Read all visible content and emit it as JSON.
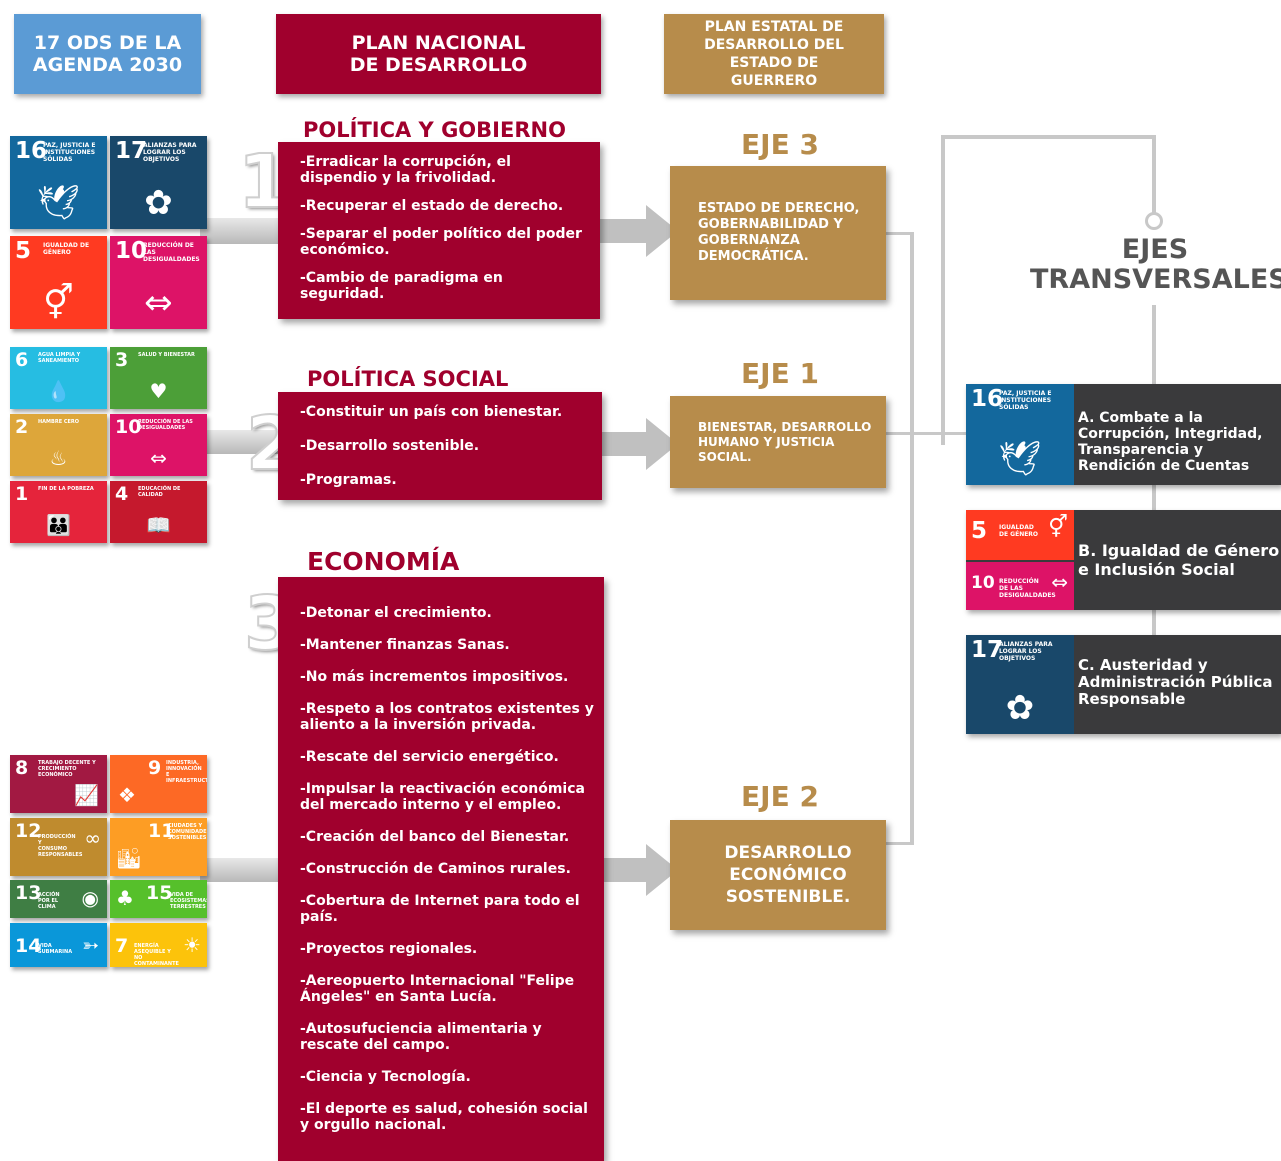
{
  "headers": {
    "ods": "17 ODS DE LA AGENDA 2030",
    "pnd": "PLAN NACIONAL DE DESARROLLO",
    "ped": "PLAN ESTATAL DE DESARROLLO DEL ESTADO DE GUERRERO"
  },
  "sdg_group1": [
    {
      "num": "16",
      "label": "Paz, justicia e instituciones sólidas",
      "icon": "dove-gavel-icon",
      "glyph": "🕊",
      "color": "#13689d"
    },
    {
      "num": "17",
      "label": "Alianzas para lograr los objetivos",
      "icon": "rings-icon",
      "glyph": "✿",
      "color": "#19486a"
    },
    {
      "num": "5",
      "label": "Igualdad de género",
      "icon": "gender-icon",
      "glyph": "⚥",
      "color": "#ff3a21"
    },
    {
      "num": "10",
      "label": "Reducción de las desigualdades",
      "icon": "equality-icon",
      "glyph": "⇔",
      "color": "#dd1367"
    }
  ],
  "sdg_group2": [
    {
      "num": "6",
      "label": "Agua limpia y saneamiento",
      "icon": "water-icon",
      "glyph": "💧",
      "color": "#26bde2"
    },
    {
      "num": "3",
      "label": "Salud y bienestar",
      "icon": "heartbeat-icon",
      "glyph": "♥",
      "color": "#4c9f38"
    },
    {
      "num": "2",
      "label": "Hambre cero",
      "icon": "bowl-icon",
      "glyph": "♨",
      "color": "#dda63a"
    },
    {
      "num": "10",
      "label": "Reducción de las desigualdades",
      "icon": "equality-icon",
      "glyph": "⇔",
      "color": "#dd1367"
    },
    {
      "num": "1",
      "label": "Fin de la pobreza",
      "icon": "family-icon",
      "glyph": "👪",
      "color": "#e5243b"
    },
    {
      "num": "4",
      "label": "Educación de calidad",
      "icon": "book-icon",
      "glyph": "📖",
      "color": "#c5192d"
    }
  ],
  "sdg_group3": [
    {
      "num": "8",
      "label": "Trabajo decente y crecimiento económico",
      "icon": "growth-chart-icon",
      "glyph": "📈",
      "color": "#a21942"
    },
    {
      "num": "9",
      "label": "Industria, innovación e infraestructura",
      "icon": "cubes-icon",
      "glyph": "❖",
      "color": "#fd6925"
    },
    {
      "num": "12",
      "label": "Producción y consumo responsables",
      "icon": "infinity-icon",
      "glyph": "∞",
      "color": "#bf8b2e"
    },
    {
      "num": "11",
      "label": "Ciudades y comunidades sostenibles",
      "icon": "city-icon",
      "glyph": "🏙",
      "color": "#fd9d24"
    },
    {
      "num": "13",
      "label": "Acción por el clima",
      "icon": "eye-globe-icon",
      "glyph": "◉",
      "color": "#3f7e44"
    },
    {
      "num": "15",
      "label": "Vida de ecosistemas terrestres",
      "icon": "tree-icon",
      "glyph": "♣",
      "color": "#56c02b"
    },
    {
      "num": "14",
      "label": "Vida submarina",
      "icon": "fish-icon",
      "glyph": "➳",
      "color": "#0a97d9"
    },
    {
      "num": "7",
      "label": "Energía asequible y no contaminante",
      "icon": "sun-icon",
      "glyph": "☀",
      "color": "#fcc30b"
    }
  ],
  "sections": {
    "s1": {
      "number": "1",
      "title": "POLÍTICA Y GOBIERNO",
      "items": [
        "-Erradicar la corrupción, el dispendio y la frivolidad.",
        "-Recuperar el estado de derecho.",
        "-Separar el poder político del poder económico.",
        "-Cambio de paradigma en seguridad."
      ]
    },
    "s2": {
      "number": "2",
      "title": "POLÍTICA SOCIAL",
      "items": [
        "-Constituir un país con bienestar.",
        "-Desarrollo sostenible.",
        "-Programas."
      ]
    },
    "s3": {
      "number": "3",
      "title": "ECONOMÍA",
      "items": [
        "-Detonar el crecimiento.",
        "-Mantener finanzas Sanas.",
        "-No más incrementos impositivos.",
        "-Respeto a los contratos existentes y aliento a la inversión privada.",
        "-Rescate del servicio energético.",
        "-Impulsar la reactivación económica del mercado interno y el empleo.",
        "-Creación del banco del Bienestar.",
        "-Construcción de Caminos rurales.",
        "-Cobertura de Internet para todo el país.",
        "-Proyectos regionales.",
        "-Aereopuerto Internacional \"Felipe Ángeles\" en Santa Lucía.",
        "-Autosufuciencia alimentaria y rescate del campo.",
        "-Ciencia y Tecnología.",
        "-El deporte es salud, cohesión social y orgullo nacional."
      ]
    }
  },
  "ejes": {
    "e3": {
      "title": "EJE 3",
      "text": "ESTADO DE DERECHO, GOBERNABILIDAD Y GOBERNANZA DEMOCRÁTICA."
    },
    "e1": {
      "title": "EJE 1",
      "text": "BIENESTAR, DESARROLLO HUMANO Y JUSTICIA SOCIAL."
    },
    "e2": {
      "title": "EJE 2",
      "text": "DESARROLLO ECONÓMICO SOSTENIBLE."
    }
  },
  "transversales": {
    "title": "EJES TRANSVERSALES",
    "a": {
      "text": "A. Combate a la Corrupción, Integridad, Transparencia y Rendición de Cuentas",
      "num": "16",
      "label": "Paz, justicia e instituciones sólidas",
      "icon": "dove-gavel-icon",
      "glyph": "🕊",
      "color": "#13689d"
    },
    "b": {
      "text": "B. Igualdad de Género e Inclusión Social",
      "n1": "5",
      "l1": "Igualdad de género",
      "g1": "⚥",
      "c1": "#ff3a21",
      "n2": "10",
      "l2": "Reducción de las desigualdades",
      "g2": "⇔",
      "c2": "#dd1367"
    },
    "c": {
      "text": "C. Austeridad y Administración Pública Responsable",
      "num": "17",
      "label": "Alianzas para lograr los objetivos",
      "icon": "rings-icon",
      "glyph": "✿",
      "color": "#19486a"
    }
  }
}
